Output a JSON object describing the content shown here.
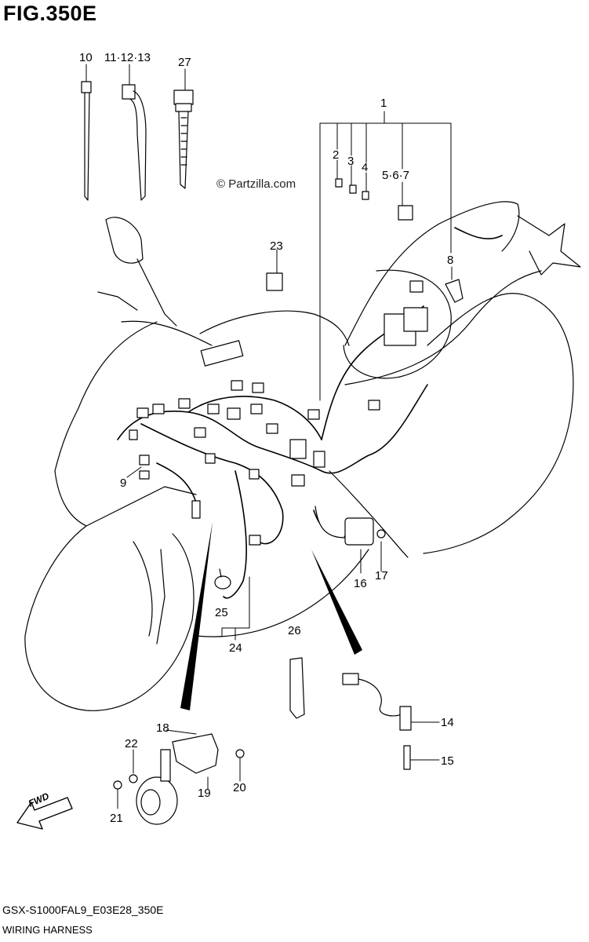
{
  "figure_title": "FIG.350E",
  "watermark": "© Partzilla.com",
  "fwd_label": "FWD",
  "model_code": "GSX-S1000FAL9_E03E28_350E",
  "diagram_name": "WIRING HARNESS",
  "callouts": {
    "c1": "1",
    "c2": "2",
    "c3": "3",
    "c4": "4",
    "c5_6_7": "5·6·7",
    "c8": "8",
    "c9": "9",
    "c10": "10",
    "c11_12_13": "11·12·13",
    "c14": "14",
    "c15": "15",
    "c16": "16",
    "c17": "17",
    "c18": "18",
    "c19": "19",
    "c20": "20",
    "c21": "21",
    "c22": "22",
    "c23": "23",
    "c24": "24",
    "c25": "25",
    "c26": "26",
    "c27": "27"
  }
}
